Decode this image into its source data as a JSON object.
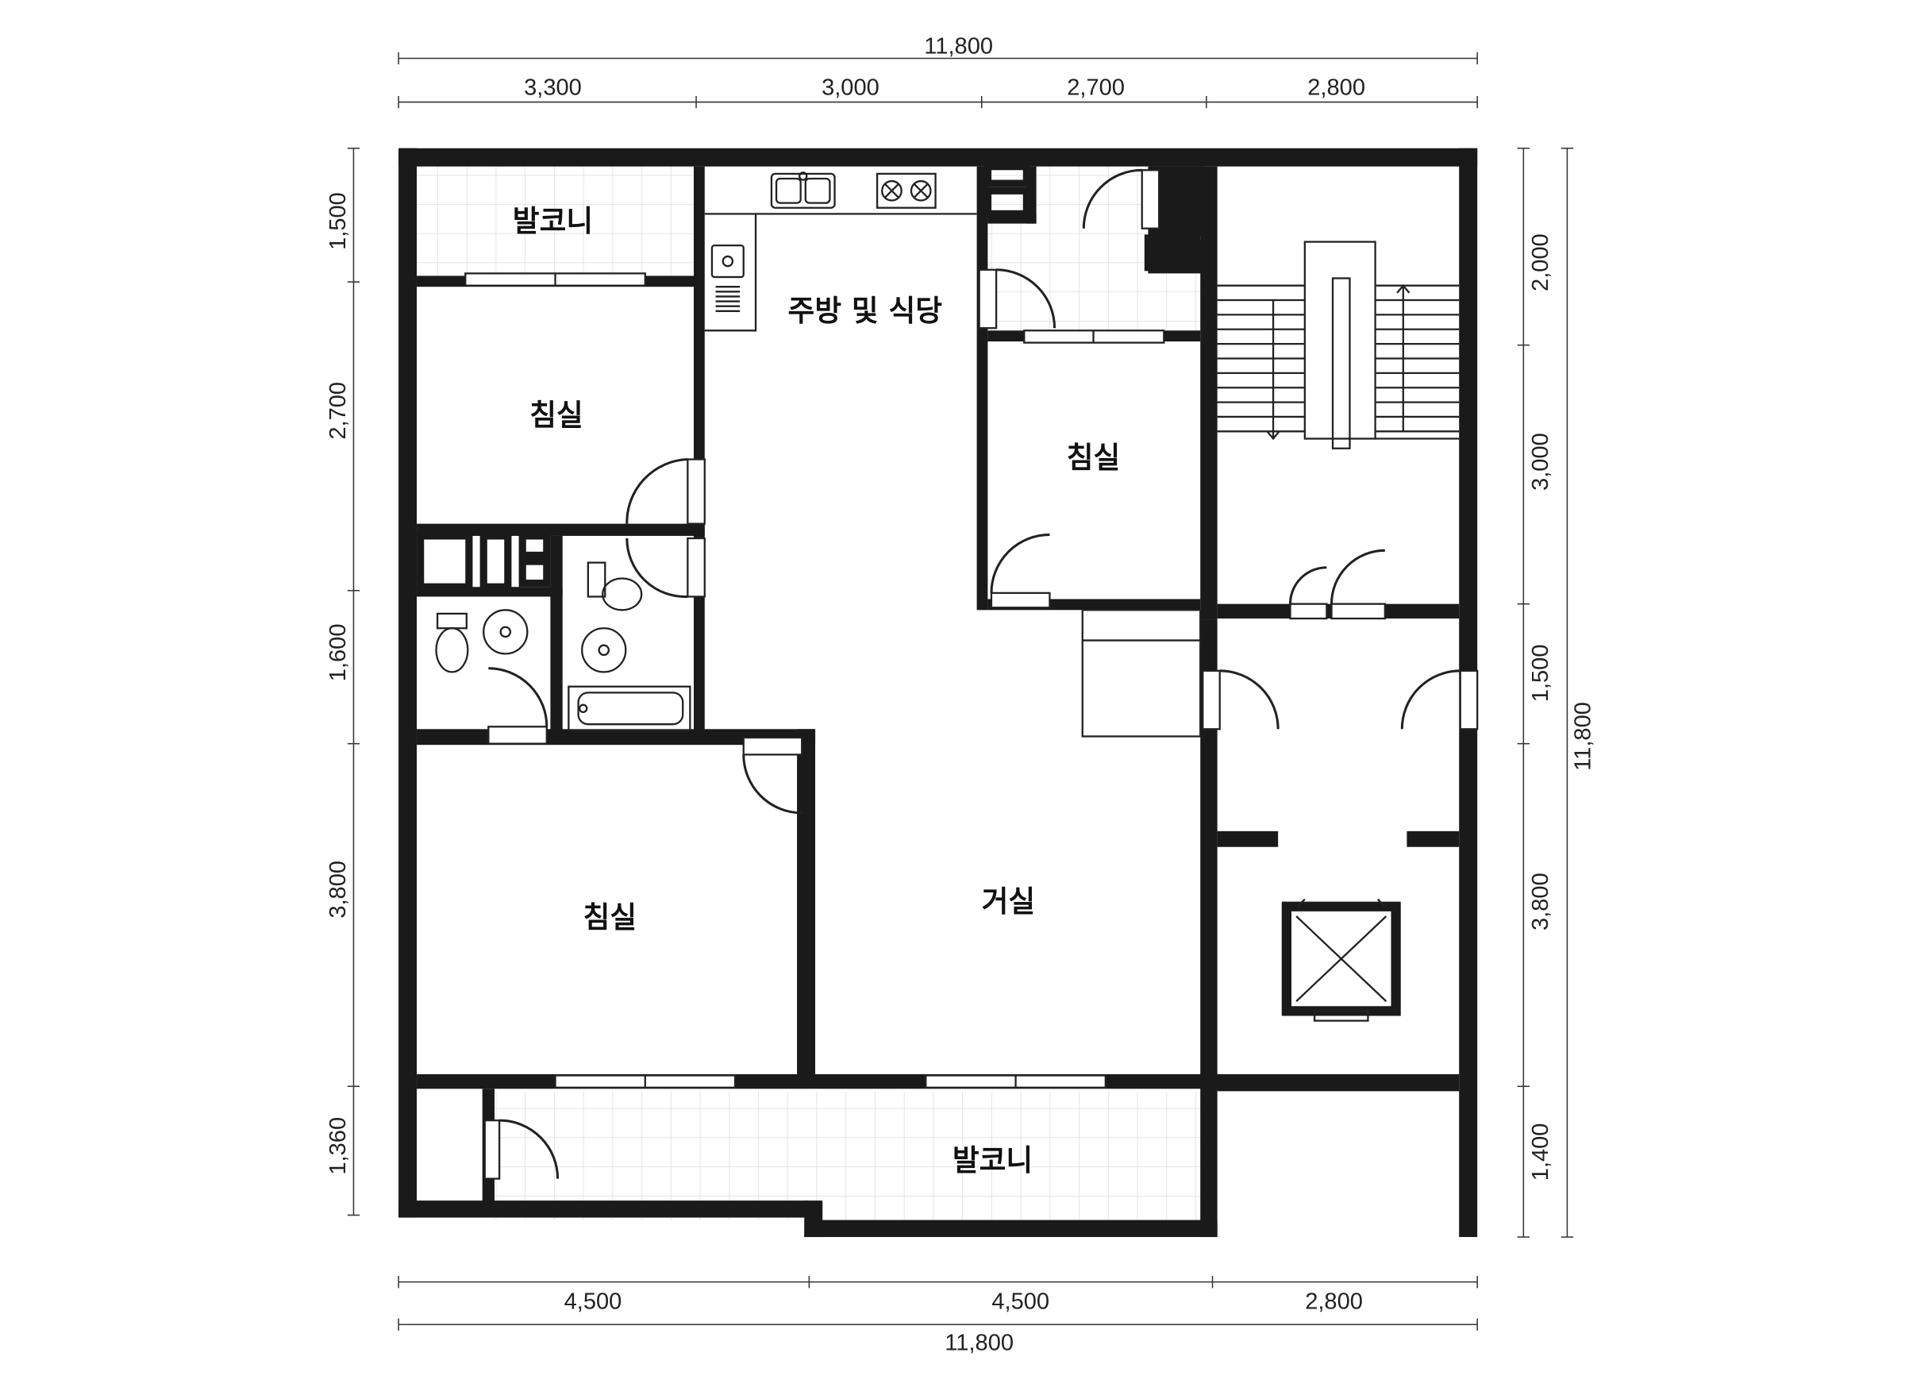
{
  "rooms": {
    "balcony_top": "발코니",
    "kitchen": "주방 및 식당",
    "bedroom_nw": "침실",
    "bedroom_ne": "침실",
    "bedroom_sw": "침실",
    "living": "거실",
    "balcony_bottom": "발코니"
  },
  "dimensions": {
    "top_total": "11,800",
    "top_segments": [
      "3,300",
      "3,000",
      "2,700",
      "2,800"
    ],
    "bottom_segments": [
      "4,500",
      "4,500",
      "2,800"
    ],
    "bottom_total": "11,800",
    "left_segments": [
      "1,500",
      "2,700",
      "1,600",
      "3,800",
      "1,360"
    ],
    "right_segments": [
      "2,000",
      "3,000",
      "1,500",
      "3,800",
      "1,400"
    ],
    "right_total": "11,800"
  },
  "colors": {
    "wall": "#1a1a1a",
    "tile": "#dedede",
    "background": "#ffffff"
  }
}
